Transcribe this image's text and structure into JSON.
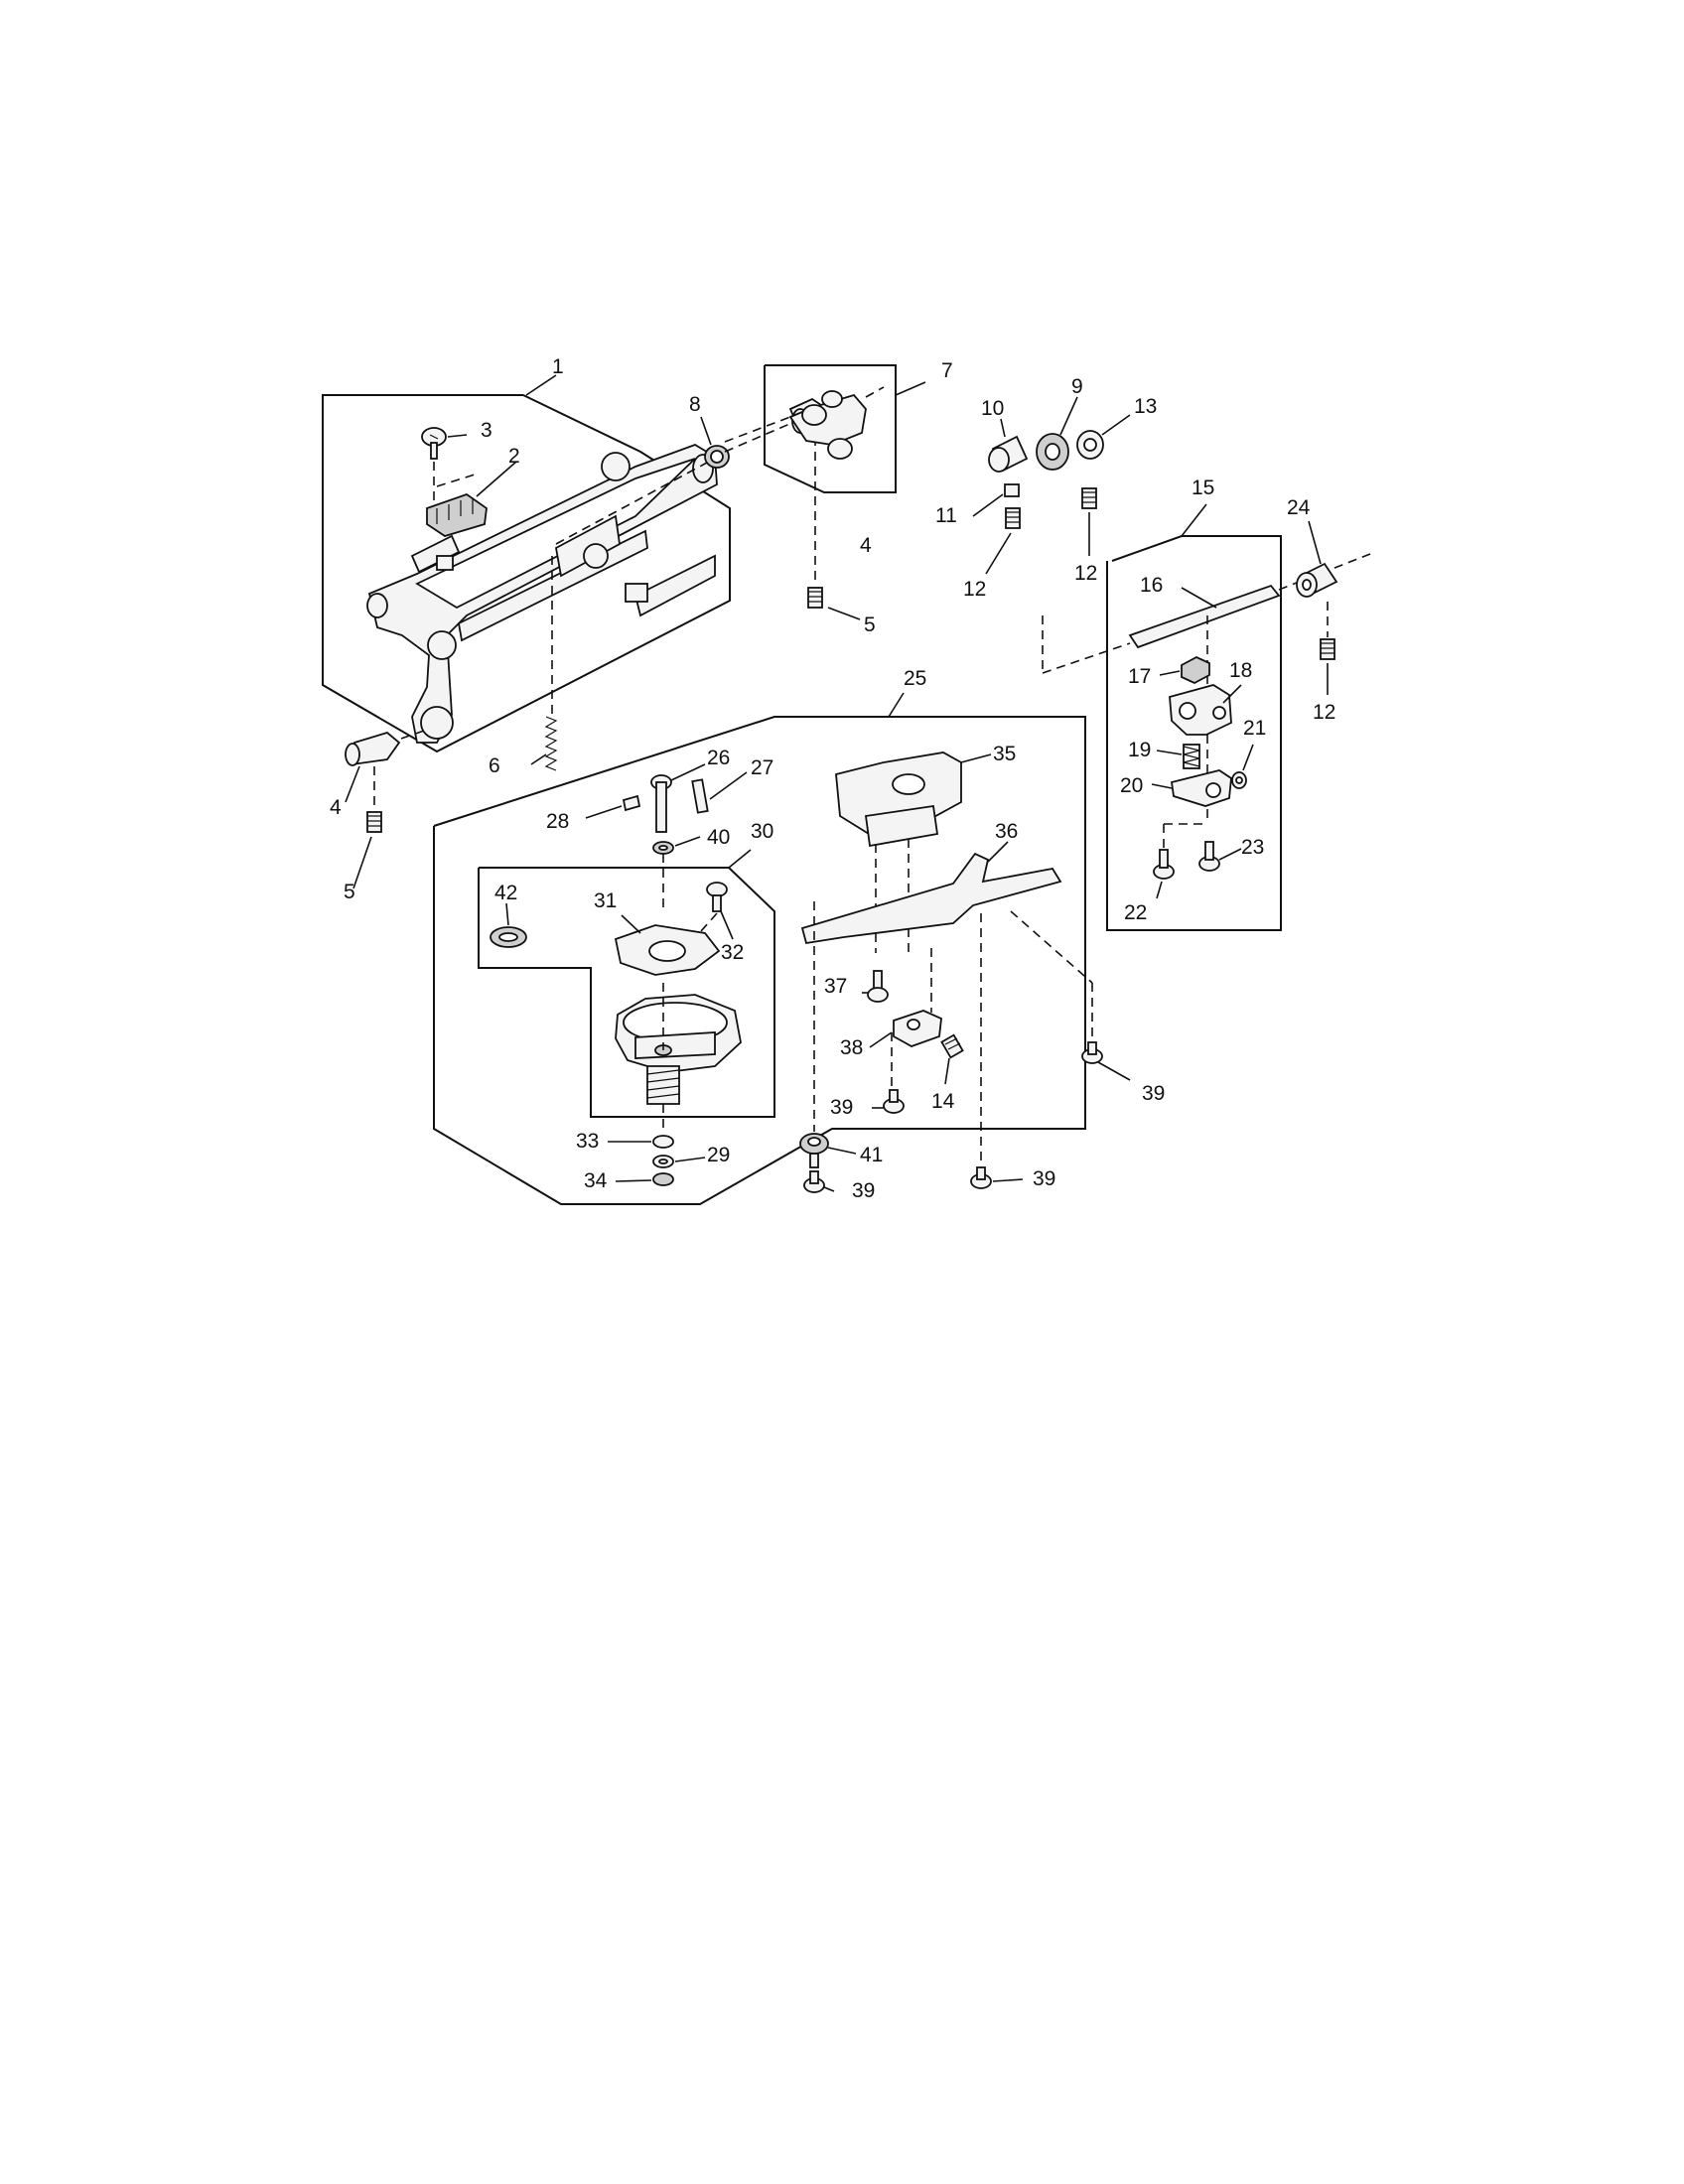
{
  "diagram": {
    "callouts": [
      {
        "id": "c1",
        "text": "1"
      },
      {
        "id": "c2",
        "text": "2"
      },
      {
        "id": "c3",
        "text": "3"
      },
      {
        "id": "c4a",
        "text": "4"
      },
      {
        "id": "c4b",
        "text": "4"
      },
      {
        "id": "c5a",
        "text": "5"
      },
      {
        "id": "c5b",
        "text": "5"
      },
      {
        "id": "c6",
        "text": "6"
      },
      {
        "id": "c7",
        "text": "7"
      },
      {
        "id": "c8",
        "text": "8"
      },
      {
        "id": "c9",
        "text": "9"
      },
      {
        "id": "c10",
        "text": "10"
      },
      {
        "id": "c11",
        "text": "11"
      },
      {
        "id": "c12a",
        "text": "12"
      },
      {
        "id": "c12b",
        "text": "12"
      },
      {
        "id": "c12c",
        "text": "12"
      },
      {
        "id": "c13",
        "text": "13"
      },
      {
        "id": "c14",
        "text": "14"
      },
      {
        "id": "c15",
        "text": "15"
      },
      {
        "id": "c16",
        "text": "16"
      },
      {
        "id": "c17",
        "text": "17"
      },
      {
        "id": "c18",
        "text": "18"
      },
      {
        "id": "c19",
        "text": "19"
      },
      {
        "id": "c20",
        "text": "20"
      },
      {
        "id": "c21",
        "text": "21"
      },
      {
        "id": "c22",
        "text": "22"
      },
      {
        "id": "c23",
        "text": "23"
      },
      {
        "id": "c24",
        "text": "24"
      },
      {
        "id": "c25",
        "text": "25"
      },
      {
        "id": "c26",
        "text": "26"
      },
      {
        "id": "c27",
        "text": "27"
      },
      {
        "id": "c28",
        "text": "28"
      },
      {
        "id": "c29",
        "text": "29"
      },
      {
        "id": "c30",
        "text": "30"
      },
      {
        "id": "c31",
        "text": "31"
      },
      {
        "id": "c32",
        "text": "32"
      },
      {
        "id": "c33",
        "text": "33"
      },
      {
        "id": "c34",
        "text": "34"
      },
      {
        "id": "c35",
        "text": "35"
      },
      {
        "id": "c36",
        "text": "36"
      },
      {
        "id": "c37",
        "text": "37"
      },
      {
        "id": "c38",
        "text": "38"
      },
      {
        "id": "c39a",
        "text": "39"
      },
      {
        "id": "c39b",
        "text": "39"
      },
      {
        "id": "c39c",
        "text": "39"
      },
      {
        "id": "c39d",
        "text": "39"
      },
      {
        "id": "c40",
        "text": "40"
      },
      {
        "id": "c41",
        "text": "41"
      },
      {
        "id": "c42",
        "text": "42"
      }
    ]
  }
}
